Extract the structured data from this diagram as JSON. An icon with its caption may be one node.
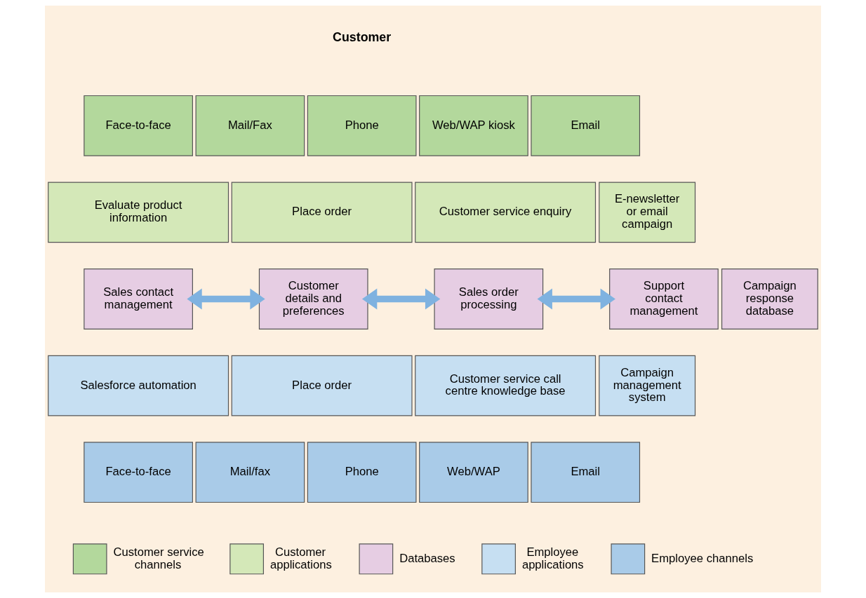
{
  "diagram": {
    "nodes": [
      {
        "text": [
          "Face-to-face"
        ]
      },
      {
        "text": [
          "Mail/Fax"
        ]
      },
      {
        "text": [
          "Phone"
        ]
      },
      {
        "text": [
          "Web/WAP kiosk"
        ]
      },
      {
        "text": [
          "Email"
        ]
      },
      {
        "text": [
          "Evaluate product information"
        ]
      },
      {
        "text": [
          "Place order"
        ]
      },
      {
        "text": [
          "Customer service enquiry"
        ]
      },
      {
        "text": [
          "E-newsletter or email campaign"
        ]
      },
      {
        "text": [
          "Sales contact management"
        ]
      },
      {
        "text": [
          "Customer details and preferences"
        ]
      },
      {
        "text": [
          "Sales order processing"
        ]
      },
      {
        "text": [
          "Support contact management"
        ]
      },
      {
        "text": [
          "Campaign response database"
        ]
      },
      {
        "text": [
          "Salesforce automation"
        ]
      },
      {
        "text": [
          "Place order"
        ]
      },
      {
        "text": [
          "Customer service call centre knowledge base"
        ]
      },
      {
        "text": [
          "Campaign management system"
        ]
      },
      {
        "text": [
          "Face-to-face"
        ]
      },
      {
        "text": [
          "Mail/fax"
        ]
      },
      {
        "text": [
          "Phone"
        ]
      },
      {
        "text": [
          "Web/WAP"
        ]
      },
      {
        "text": [
          "Email"
        ]
      }
    ],
    "edges": [
      {
        "from": 9,
        "to": 10,
        "arrow": "both"
      },
      {
        "from": 10,
        "to": 11,
        "arrow": "both"
      },
      {
        "from": 11,
        "to": 12,
        "arrow": "both"
      }
    ],
    "labels": [
      "Customer"
    ],
    "legend": [
      {
        "text": "Customer service channels",
        "color": "#b3d89c"
      },
      {
        "text": "Customer applications",
        "color": "#d4e8b8"
      },
      {
        "text": "Databases",
        "color": "#e6cde3"
      },
      {
        "text": "Employee applications",
        "color": "#c6dff2"
      },
      {
        "text": "Employee channels",
        "color": "#a9cbe8"
      }
    ]
  }
}
